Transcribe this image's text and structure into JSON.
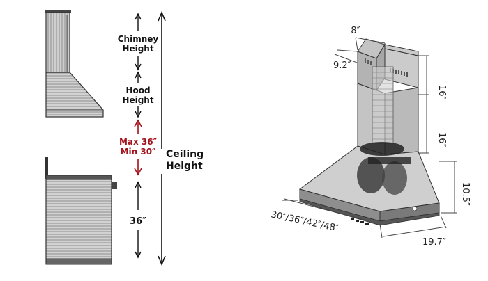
{
  "left_diagram": {
    "chimney_label": [
      "Chimney",
      "Height"
    ],
    "hood_label": [
      "Hood",
      "Height"
    ],
    "clearance_label": [
      "Max 36″",
      "Min 30″"
    ],
    "counter_label": "36″",
    "ceiling_label": [
      "Ceiling",
      "Height"
    ],
    "accent_color": "#a3111a"
  },
  "right_diagram": {
    "chimney_width": "8″",
    "chimney_depth": "9.2″",
    "chimney_upper_height": "16″",
    "chimney_lower_height": "16″",
    "hood_height": "10.5″",
    "hood_depth": "19.7″",
    "hood_widths": "30″/36″/42″/48″"
  }
}
